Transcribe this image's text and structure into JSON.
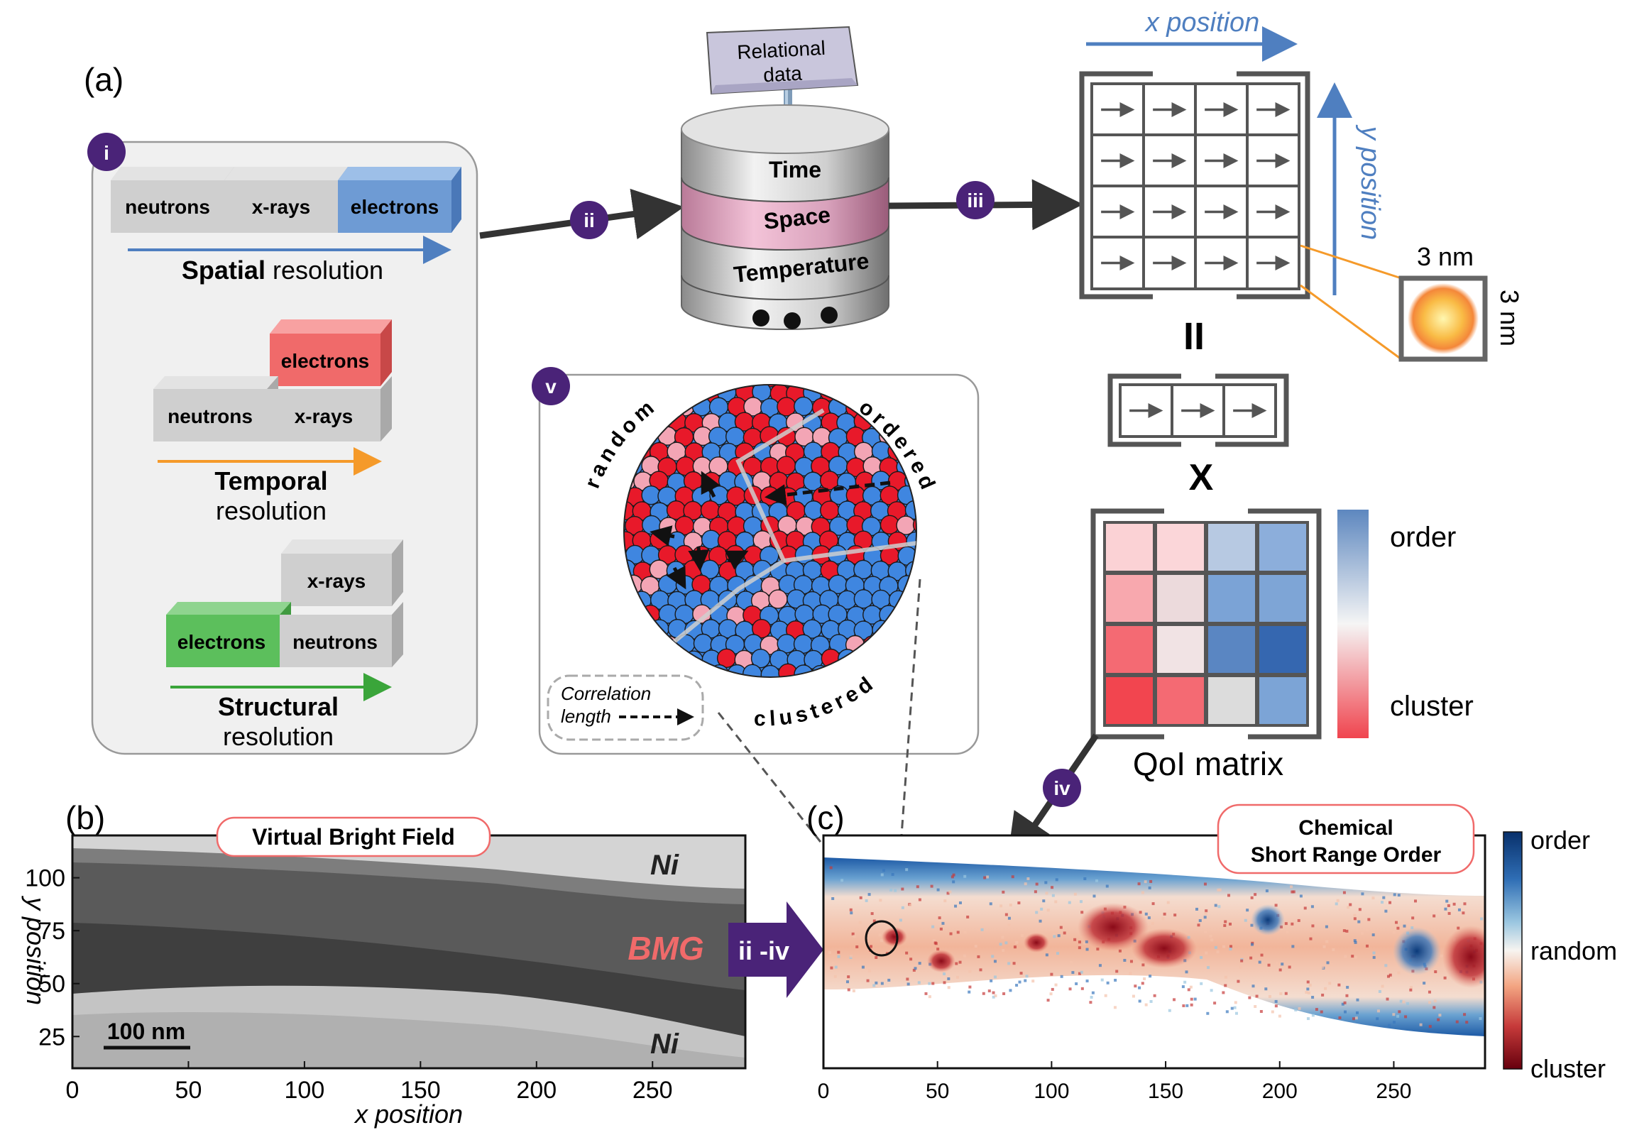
{
  "colors": {
    "purple": "#4a2378",
    "blue_arrow": "#4f7fc0",
    "orange": "#f59a2a",
    "green": "#3aa53a",
    "electrons_blue": "#6e9bd4",
    "electrons_red": "#f06a6a",
    "electrons_green": "#5cbf5c",
    "crystal_red": "#e8192a",
    "crystal_blue": "#3f86e0",
    "crystal_pink": "#f3a5b5"
  },
  "panel_a": {
    "label": "(a)",
    "step_i": "i",
    "step_ii": "ii",
    "step_iii": "iii",
    "step_iv": "iv",
    "step_v": "v",
    "spatial": {
      "blocks": [
        "neutrons",
        "x-rays",
        "electrons"
      ],
      "caption_bold": "Spatial",
      "caption_rest": " resolution"
    },
    "temporal": {
      "top": "electrons",
      "bottom": [
        "neutrons",
        "x-rays"
      ],
      "caption_bold": "Temporal",
      "caption_rest": "resolution"
    },
    "structural": {
      "top": "x-rays",
      "bottom": [
        "electrons",
        "neutrons"
      ],
      "caption_bold": "Structural",
      "caption_rest": "resolution"
    },
    "database": {
      "sign_line1": "Relational",
      "sign_line2": "data",
      "layers": [
        "Time",
        "Space",
        "Temperature"
      ]
    },
    "grid": {
      "x_label": "x  position",
      "y_label": "y  position",
      "pixel_w": "3 nm",
      "pixel_h": "3 nm",
      "equals": "II",
      "times": "X"
    },
    "qoi": {
      "title": "QoI matrix",
      "legend_top": "order",
      "legend_bottom": "cluster",
      "cell_colors": [
        [
          "#fbd2d5",
          "#fbd6d9",
          "#b7c9e2",
          "#8caedb"
        ],
        [
          "#f8a8ae",
          "#ecdadc",
          "#7ba3d6",
          "#7ea5d6"
        ],
        [
          "#f46a73",
          "#f1e3e4",
          "#5a86c2",
          "#3567b0"
        ],
        [
          "#f2454f",
          "#f46a73",
          "#dcdcdc",
          "#7ca4d6"
        ]
      ]
    },
    "circle": {
      "label_random": "random",
      "label_ordered": "ordered",
      "label_clustered": "clustered",
      "correlation_line1": "Correlation",
      "correlation_line2": "length"
    }
  },
  "panel_b": {
    "label": "(b)",
    "badge": "Virtual  Bright  Field",
    "ni_top": "Ni",
    "ni_bottom": "Ni",
    "bmg": "BMG",
    "scale_bar": "100 nm",
    "arrow_label": "ii -iv",
    "xlabel": "x position",
    "ylabel": "y position",
    "xticks": [
      "0",
      "50",
      "100",
      "150",
      "200",
      "250"
    ],
    "yticks": [
      "100",
      "75",
      "50",
      "25"
    ]
  },
  "panel_c": {
    "label": "(c)",
    "badge_line1": "Chemical",
    "badge_line2": "Short Range Order",
    "xticks": [
      "0",
      "50",
      "100",
      "150",
      "200",
      "250"
    ],
    "colorbar_top": "order",
    "colorbar_mid": "random",
    "colorbar_bottom": "cluster"
  }
}
